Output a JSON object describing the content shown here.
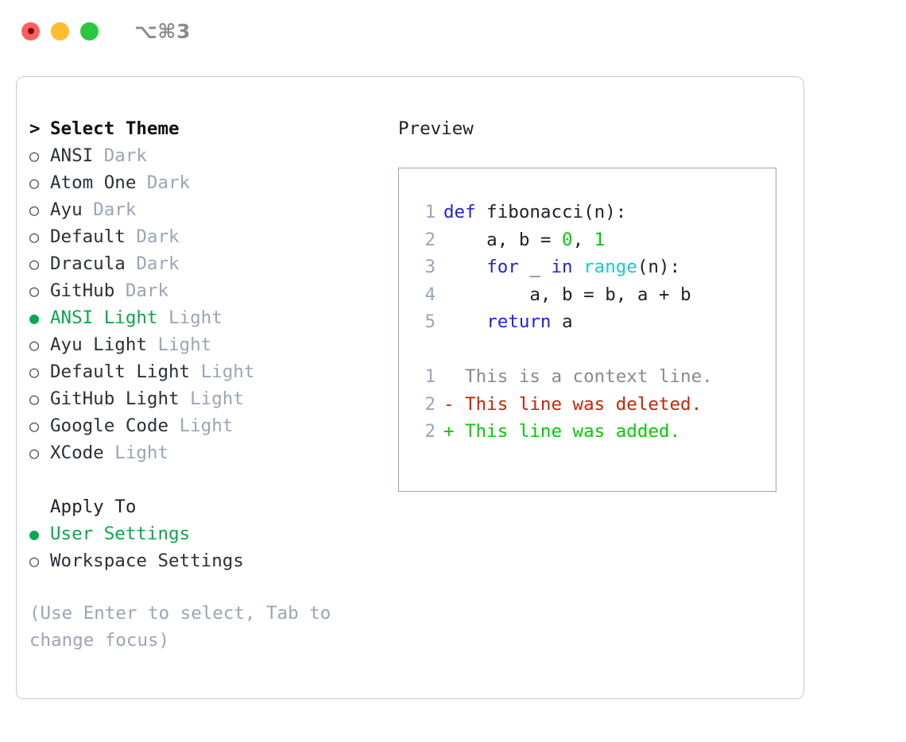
{
  "titlebar": {
    "shortcut": "⌥⌘3",
    "buttons": {
      "close": "close-button",
      "minimize": "minimize-button",
      "maximize": "maximize-button"
    }
  },
  "colors": {
    "accent_green": "#09a84a",
    "muted_gray": "#9aa5b8",
    "text": "#2b3038",
    "panel_border": "#c6cbd4",
    "preview_border": "#98a5b3",
    "keyword_blue": "#2222dd",
    "function_cyan": "#11cccc",
    "number_green": "#00cc00",
    "diff_add_green": "#00cc00",
    "diff_del_red": "#cc2200",
    "diff_context_gray": "#8a8a8a",
    "tl_close": "#ff6159",
    "tl_min": "#ffbd2e",
    "tl_max": "#28c840"
  },
  "theme_list": {
    "heading_marker": ">",
    "heading": "Select Theme",
    "marker_unselected": "○",
    "marker_selected": "●",
    "items": [
      {
        "name": "ANSI",
        "kind": "Dark",
        "selected": false
      },
      {
        "name": "Atom One",
        "kind": "Dark",
        "selected": false
      },
      {
        "name": "Ayu",
        "kind": "Dark",
        "selected": false
      },
      {
        "name": "Default",
        "kind": "Dark",
        "selected": false
      },
      {
        "name": "Dracula",
        "kind": "Dark",
        "selected": false
      },
      {
        "name": "GitHub",
        "kind": "Dark",
        "selected": false
      },
      {
        "name": "ANSI Light",
        "kind": "Light",
        "selected": true
      },
      {
        "name": "Ayu Light",
        "kind": "Light",
        "selected": false
      },
      {
        "name": "Default Light",
        "kind": "Light",
        "selected": false
      },
      {
        "name": "GitHub Light",
        "kind": "Light",
        "selected": false
      },
      {
        "name": "Google Code",
        "kind": "Light",
        "selected": false
      },
      {
        "name": "XCode",
        "kind": "Light",
        "selected": false
      }
    ]
  },
  "apply_to": {
    "heading": "Apply To",
    "options": [
      {
        "label": "User Settings",
        "selected": true
      },
      {
        "label": "Workspace Settings",
        "selected": false
      }
    ]
  },
  "hint": "(Use Enter to select, Tab to change focus)",
  "preview": {
    "title": "Preview",
    "code_lines": [
      {
        "no": "1",
        "tokens": [
          {
            "t": "def",
            "c": "kw"
          },
          {
            "t": " fibonacci(n):",
            "c": "plain"
          }
        ]
      },
      {
        "no": "2",
        "tokens": [
          {
            "t": "    a, b = ",
            "c": "plain"
          },
          {
            "t": "0",
            "c": "num"
          },
          {
            "t": ", ",
            "c": "plain"
          },
          {
            "t": "1",
            "c": "num"
          }
        ]
      },
      {
        "no": "3",
        "tokens": [
          {
            "t": "    ",
            "c": "plain"
          },
          {
            "t": "for",
            "c": "kw"
          },
          {
            "t": " _ ",
            "c": "plain"
          },
          {
            "t": "in",
            "c": "kw"
          },
          {
            "t": " ",
            "c": "plain"
          },
          {
            "t": "range",
            "c": "fn"
          },
          {
            "t": "(n):",
            "c": "plain"
          }
        ]
      },
      {
        "no": "4",
        "tokens": [
          {
            "t": "        a, b = b, a + b",
            "c": "plain"
          }
        ]
      },
      {
        "no": "5",
        "tokens": [
          {
            "t": "    ",
            "c": "plain"
          },
          {
            "t": "return",
            "c": "kw"
          },
          {
            "t": " a",
            "c": "plain"
          }
        ]
      }
    ],
    "diff_lines": [
      {
        "no": "1",
        "sign": "  ",
        "text": "This is a context line.",
        "kind": "context"
      },
      {
        "no": "2",
        "sign": "- ",
        "text": "This line was deleted.",
        "kind": "del"
      },
      {
        "no": "2",
        "sign": "+ ",
        "text": "This line was added.",
        "kind": "add"
      }
    ]
  }
}
